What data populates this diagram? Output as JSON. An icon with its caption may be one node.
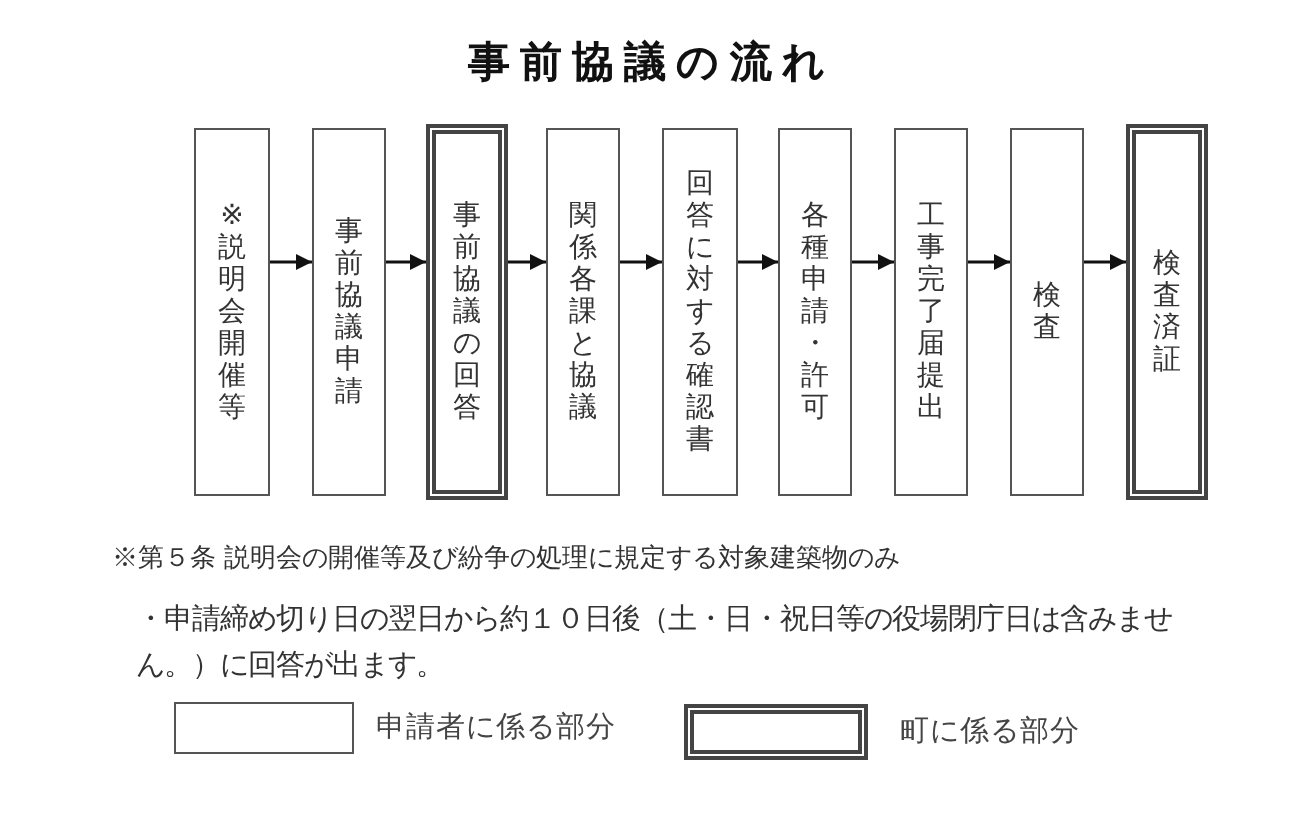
{
  "diagram": {
    "title": "事前協議の流れ",
    "nodes": [
      {
        "text": [
          "※説明会開催等"
        ]
      },
      {
        "text": [
          "事前協議申請"
        ]
      },
      {
        "text": [
          "事前協議の回答"
        ]
      },
      {
        "text": [
          "関係各課と協議"
        ]
      },
      {
        "text": [
          "回答に対する確認書"
        ]
      },
      {
        "text": [
          "各種申請・許可"
        ]
      },
      {
        "text": [
          "工事完了届提出"
        ]
      },
      {
        "text": [
          "検査"
        ]
      },
      {
        "text": [
          "検査済証"
        ]
      }
    ],
    "edges": [
      {
        "from": 0,
        "to": 1,
        "arrow": "to"
      },
      {
        "from": 1,
        "to": 2,
        "arrow": "to"
      },
      {
        "from": 2,
        "to": 3,
        "arrow": "to"
      },
      {
        "from": 3,
        "to": 4,
        "arrow": "to"
      },
      {
        "from": 4,
        "to": 5,
        "arrow": "to"
      },
      {
        "from": 5,
        "to": 6,
        "arrow": "to"
      },
      {
        "from": 6,
        "to": 7,
        "arrow": "to"
      },
      {
        "from": 7,
        "to": 8,
        "arrow": "to"
      }
    ],
    "labels": [
      "※第５条 説明会の開催等及び紛争の処理に規定する対象建築物のみ",
      "・申請締め切り日の翌日から約１０日後（土・日・祝日等の役場閉庁日は含みません。）に回答が出ます。"
    ],
    "legend": [
      {
        "text": "申請者に係る部分"
      },
      {
        "text": "町に係る部分"
      }
    ]
  }
}
